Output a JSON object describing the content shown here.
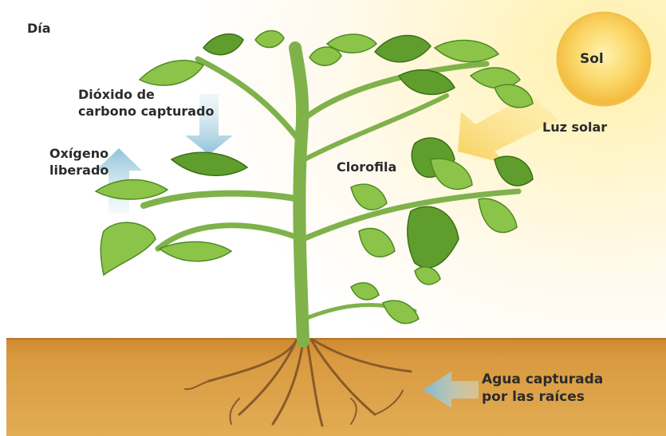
{
  "labels": {
    "day": "Día",
    "sun": "Sol",
    "sunlight": "Luz solar",
    "co2_line1": "Dióxido de",
    "co2_line2": "carbono capturado",
    "o2_line1": "Oxígeno",
    "o2_line2": "liberado",
    "chlorophyll": "Clorofila",
    "water_line1": "Agua capturada",
    "water_line2": "por las raíces"
  },
  "colors": {
    "sun": "#f7c842",
    "arrow_sun": "#f9d76a",
    "arrow_blue": "#9cc9dc",
    "stem": "#7fb24a",
    "soil": "#d99a40",
    "root": "#8a5a2a"
  }
}
